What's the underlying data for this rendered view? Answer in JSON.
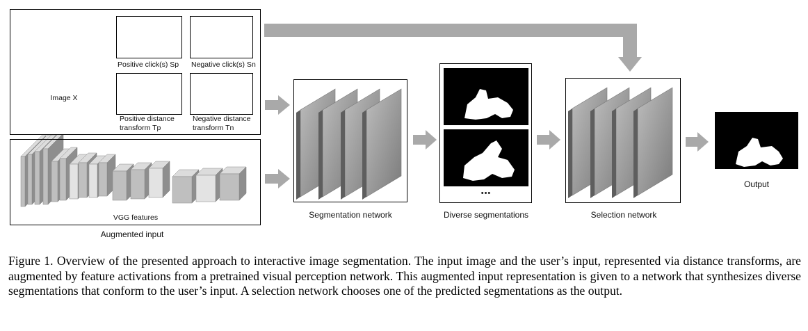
{
  "input_panel": {
    "image_label": "Image X",
    "positive_clicks_label": "Positive click(s) Sp",
    "negative_clicks_label": "Negative click(s) Sn",
    "positive_dt_label_line1": "Positive distance",
    "positive_dt_label_line2": "transform Tp",
    "negative_dt_label_line1": "Negative distance",
    "negative_dt_label_line2": "transform Tn"
  },
  "vgg_label": "VGG features",
  "augmented_input_label": "Augmented input",
  "segmentation_network_label": "Segmentation network",
  "diverse_segmentations_label": "Diverse segmentations",
  "ellipsis": "•••",
  "selection_network_label": "Selection network",
  "output_label": "Output",
  "caption": "Figure 1. Overview of the presented approach to interactive image segmentation.  The input image and the user’s input, represented via distance transforms, are augmented by feature activations from a pretrained visual perception network. This augmented input representation is given to a network that synthesizes diverse segmentations that conform to the user’s input.  A selection network chooses one of the predicted segmentations as the output.",
  "colors": {
    "arrow": "#a9a9a9",
    "positive": "#00dd00",
    "negative": "#ff2020",
    "mask_bg": "#000000",
    "mask_fg": "#ffffff"
  }
}
